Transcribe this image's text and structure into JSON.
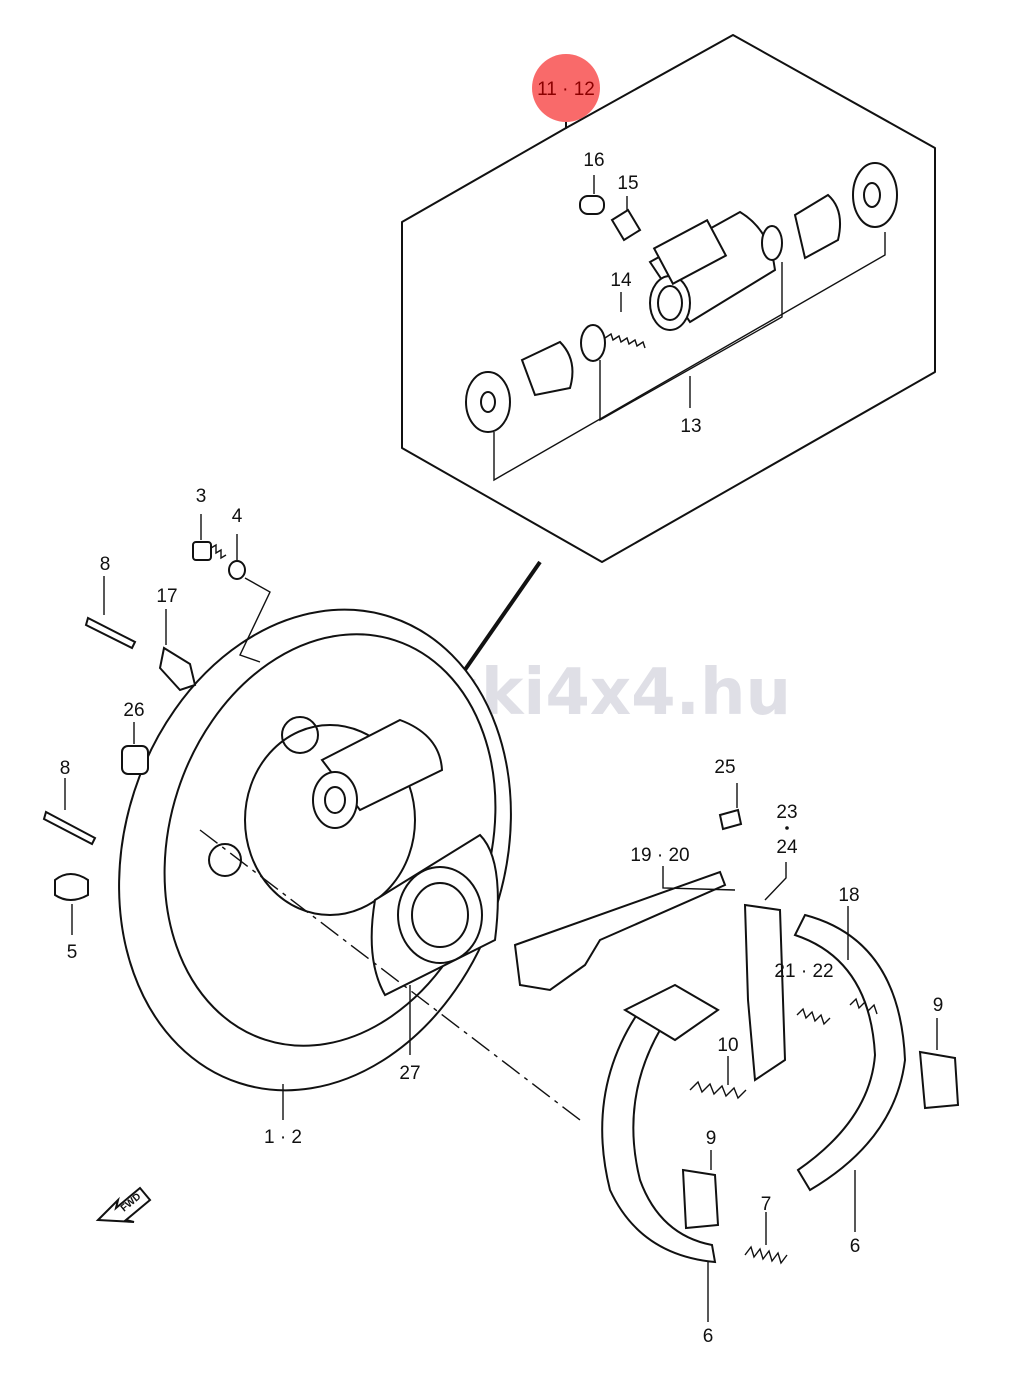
{
  "diagram": {
    "highlight_color": "#f96a6a",
    "highlight_label": "11 · 12",
    "watermark": "zuki4x4.hu",
    "fwd_label": "FWD",
    "callouts": {
      "c16": "16",
      "c15": "15",
      "c14": "14",
      "c13": "13",
      "c3": "3",
      "c4": "4",
      "c8a": "8",
      "c17": "17",
      "c26": "26",
      "c8b": "8",
      "c5": "5",
      "c12b": "1 · 2",
      "c27": "27",
      "c25": "25",
      "c23": "23",
      "c24": "24",
      "c1920": "19 · 20",
      "c18": "18",
      "c2122": "21 · 22",
      "c9a": "9",
      "c10": "10",
      "c9b": "9",
      "c7": "7",
      "c6a": "6",
      "c6b": "6"
    }
  }
}
